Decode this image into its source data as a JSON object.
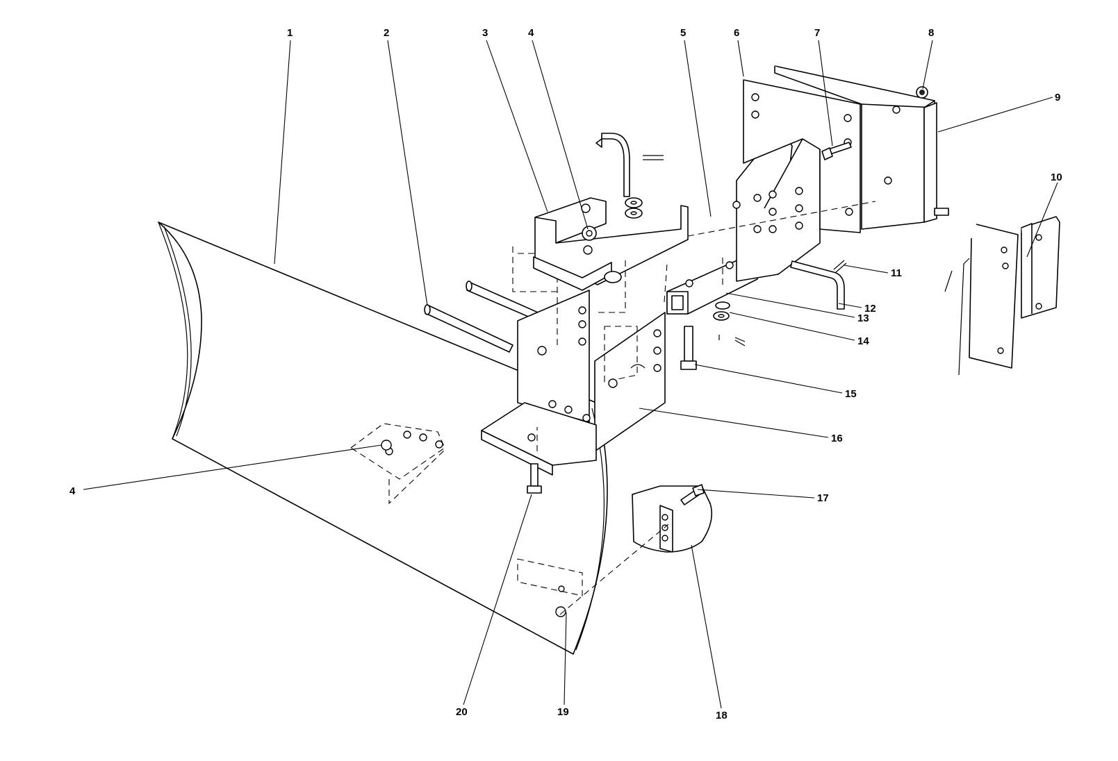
{
  "callouts": [
    {
      "label": "1"
    },
    {
      "label": "2"
    },
    {
      "label": "3"
    },
    {
      "label": "4"
    },
    {
      "label": "5"
    },
    {
      "label": "6"
    },
    {
      "label": "7"
    },
    {
      "label": "8"
    },
    {
      "label": "9"
    },
    {
      "label": "10"
    },
    {
      "label": "11"
    },
    {
      "label": "12"
    },
    {
      "label": "13"
    },
    {
      "label": "14"
    },
    {
      "label": "15"
    },
    {
      "label": "16"
    },
    {
      "label": "17"
    },
    {
      "label": "18"
    },
    {
      "label": "19"
    },
    {
      "label": "20"
    },
    {
      "label": "4"
    }
  ]
}
